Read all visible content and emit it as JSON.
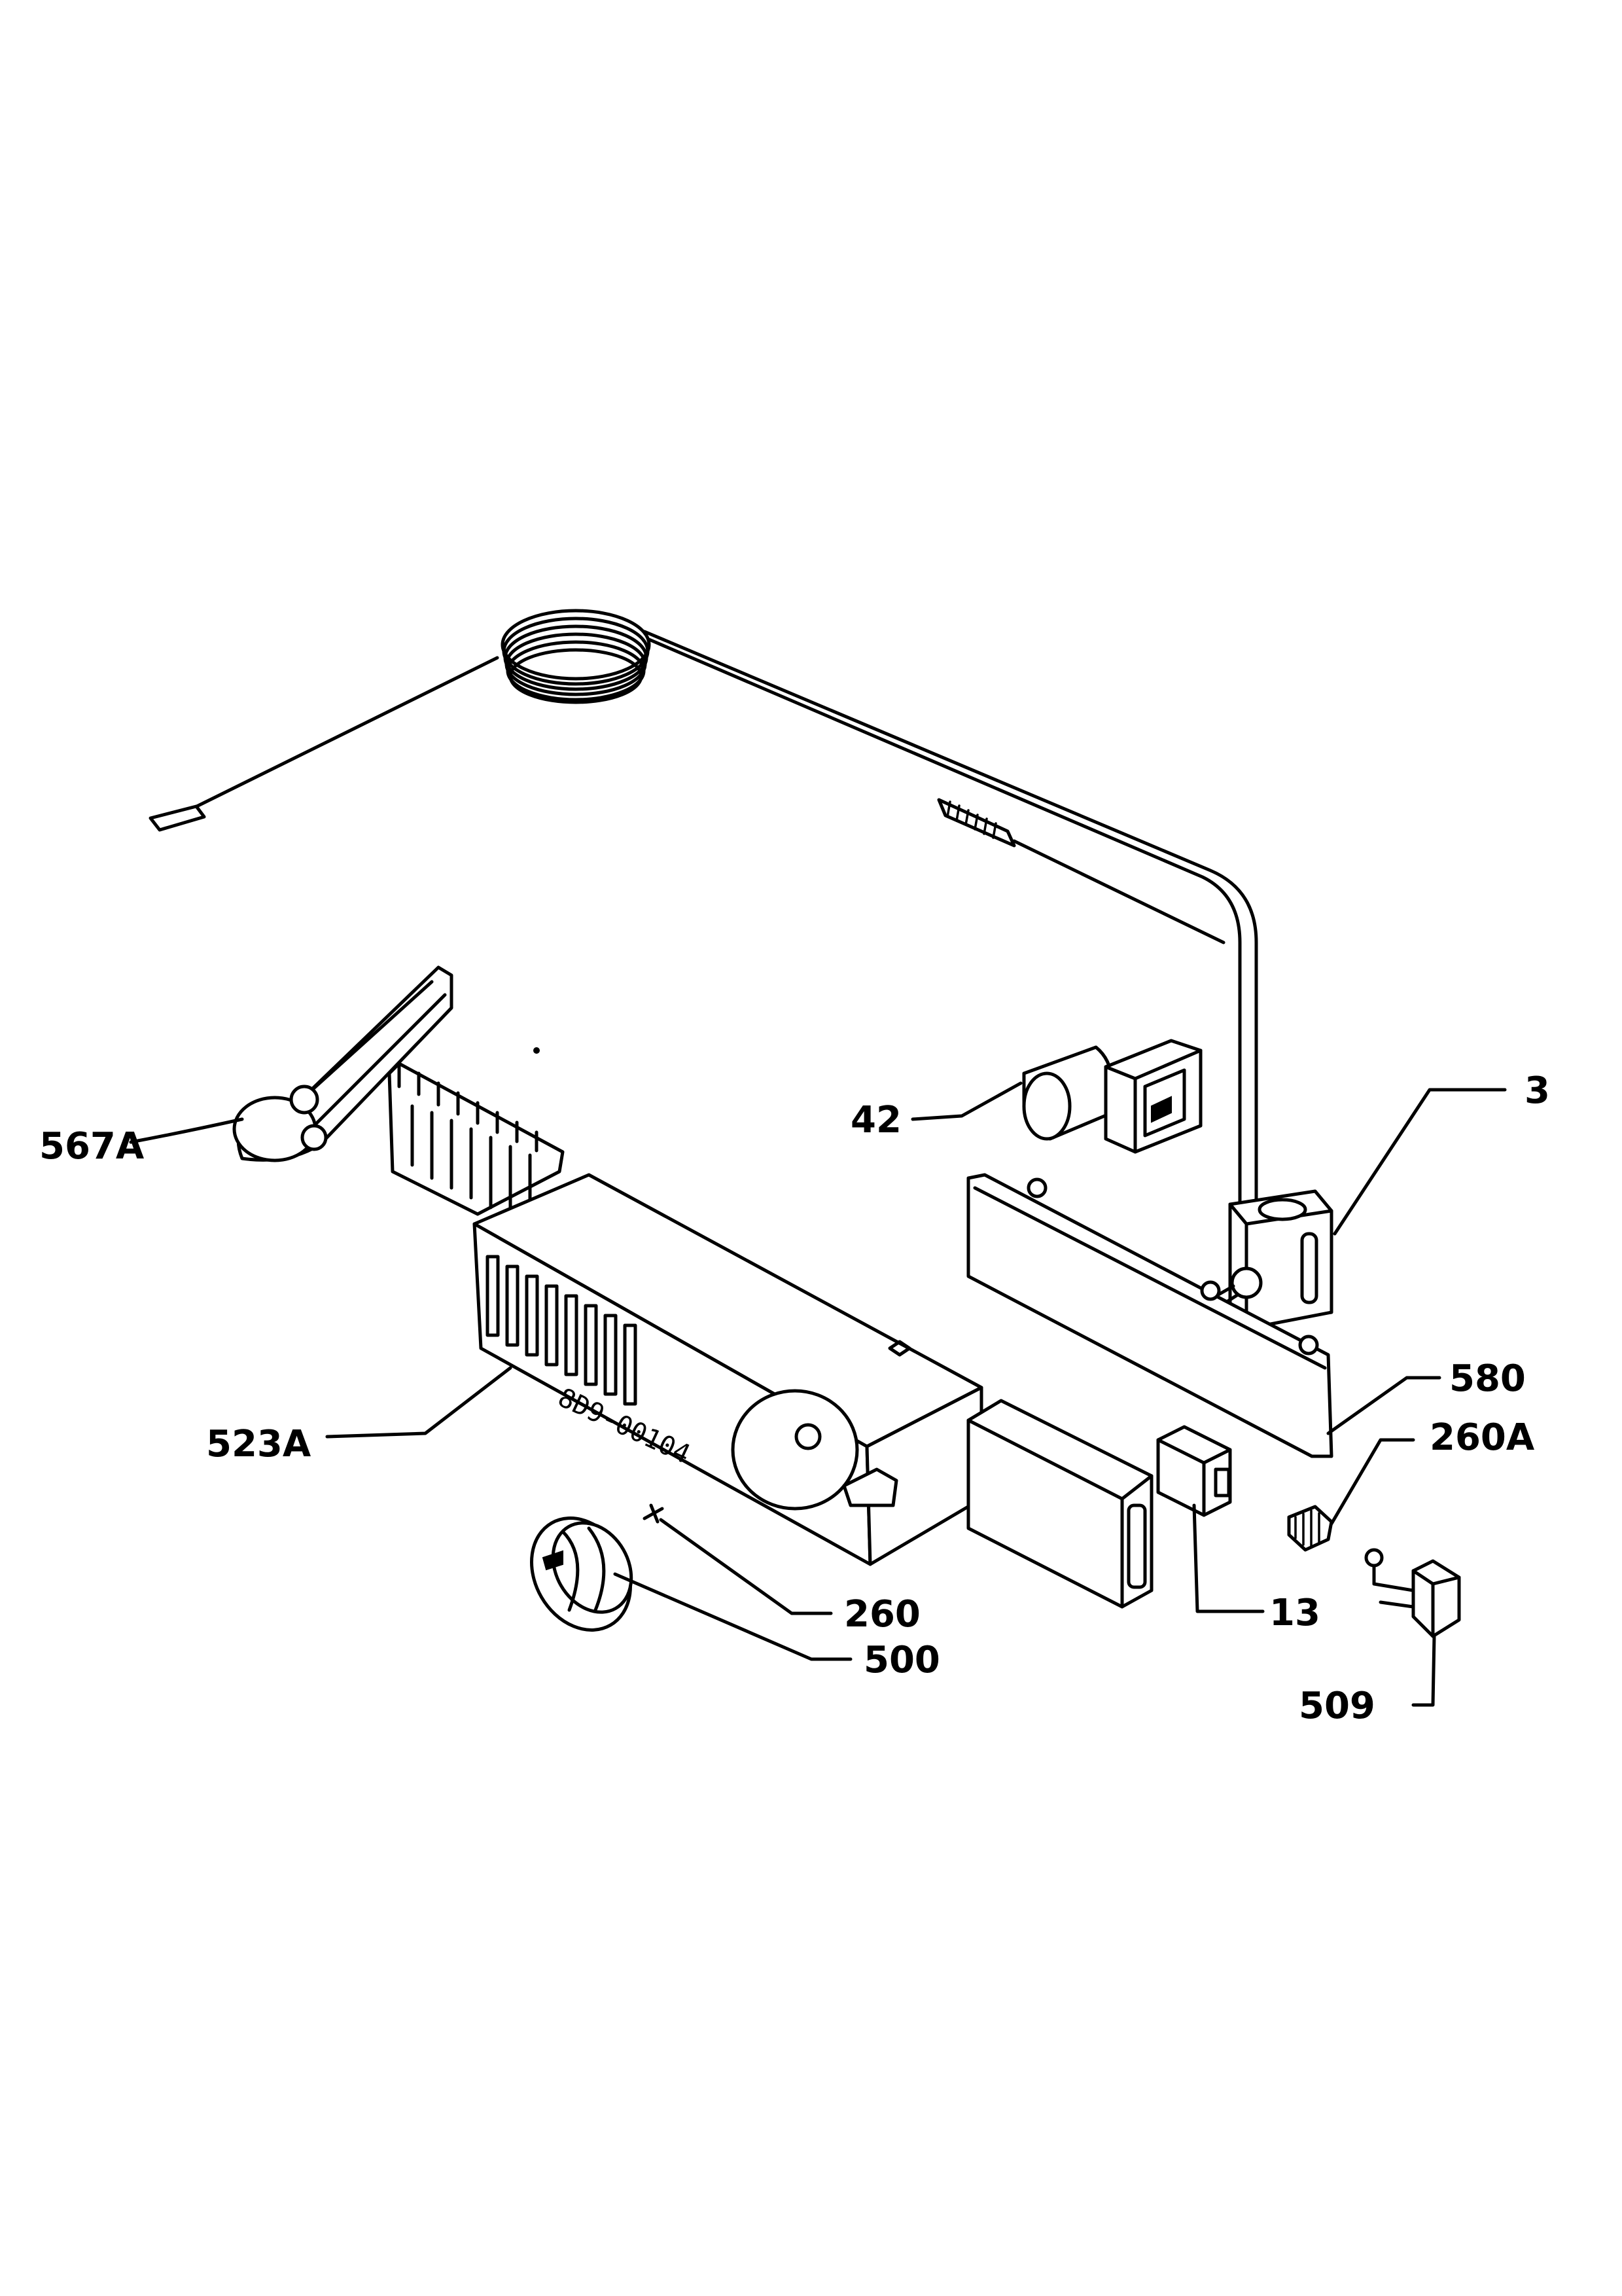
{
  "callouts": {
    "p567a": "567A",
    "p523a": "523A",
    "p42": "42",
    "p3": "3",
    "p580": "580",
    "p260a": "260A",
    "p13": "13",
    "p260": "260",
    "p500": "500",
    "p509": "509"
  },
  "handwritten_code": "8D9-00104"
}
